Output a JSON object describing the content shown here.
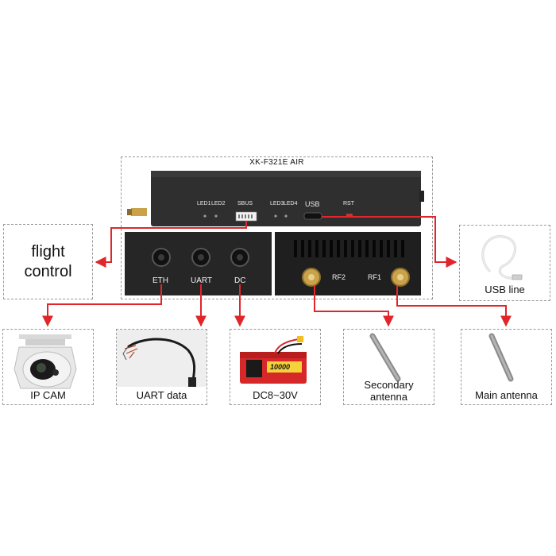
{
  "device": {
    "title": "XK-F321E  AIR",
    "top_labels": {
      "led1": "LED1",
      "led2": "LED2",
      "sbus": "SBUS",
      "led3": "LED3",
      "led4": "LED4",
      "usb": "USB",
      "rst": "RST"
    },
    "ports": {
      "eth": "ETH",
      "uart": "UART",
      "dc": "DC",
      "rf2": "RF2",
      "rf1": "RF1"
    }
  },
  "components": {
    "flight_control": "flight\ncontrol",
    "usb_line": "USB line",
    "ip_cam": "IP CAM",
    "uart_data": "UART data",
    "dc_power": "DC8~30V",
    "secondary_antenna": "Secondary\nantenna",
    "main_antenna": "Main antenna",
    "battery_print": "10000"
  },
  "colors": {
    "arrow": "#e0262a",
    "device_body": "#2b2b2b",
    "border": "#9a9a9a",
    "connector": "#c9a24a"
  }
}
